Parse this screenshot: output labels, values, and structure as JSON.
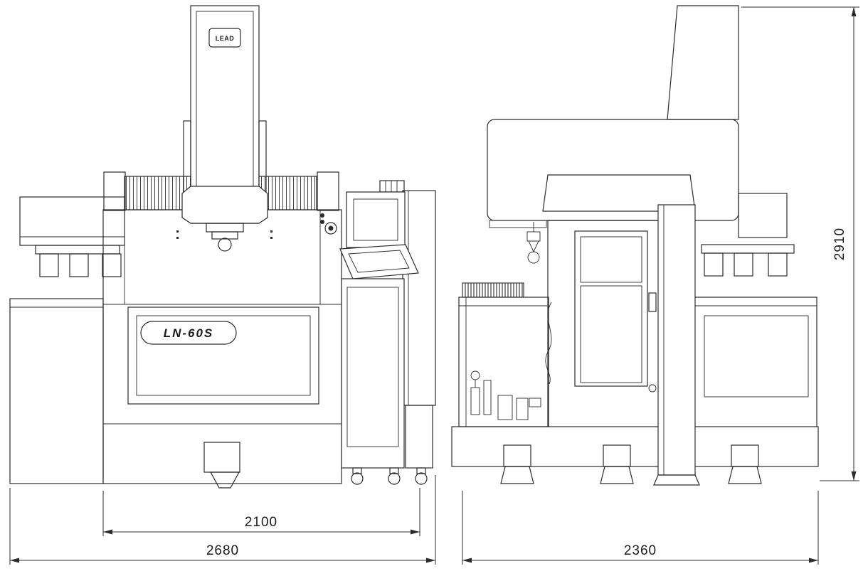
{
  "drawing": {
    "model_badge": "LN-60S",
    "logo": "LEAD"
  },
  "front_view": {
    "dim_inner_width": "2100",
    "dim_overall_width": "2680"
  },
  "side_view": {
    "dim_overall_depth": "2360",
    "dim_overall_height": "2910"
  },
  "colors": {
    "line": "#2b2b2b",
    "background": "#ffffff"
  }
}
